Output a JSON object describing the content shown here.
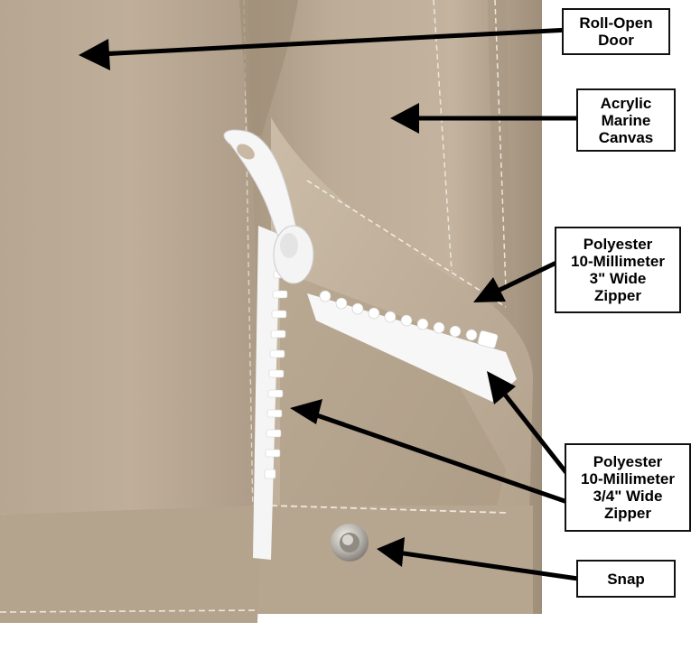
{
  "image": {
    "subject": "tan canvas cover with zipper detail",
    "colors": {
      "canvas": "#b9a995",
      "canvas_light": "#cdbfae",
      "canvas_dark": "#a4937e",
      "inner_flap": "#c4b49f",
      "zipper": "#f4f4f4",
      "snap": "#bfbcb6",
      "arrow": "#000000",
      "stitch": "#eee7dc"
    }
  },
  "callouts": [
    {
      "id": "roll-open-door",
      "text": "Roll-Open\nDoor"
    },
    {
      "id": "acrylic-marine-canvas",
      "text": "Acrylic\nMarine\nCanvas"
    },
    {
      "id": "zipper-3-inch",
      "text": "Polyester\n10-Millimeter\n3\" Wide\nZipper"
    },
    {
      "id": "zipper-3-4-inch",
      "text": "Polyester\n10-Millimeter\n3/4\" Wide\nZipper"
    },
    {
      "id": "snap",
      "text": "Snap"
    }
  ]
}
